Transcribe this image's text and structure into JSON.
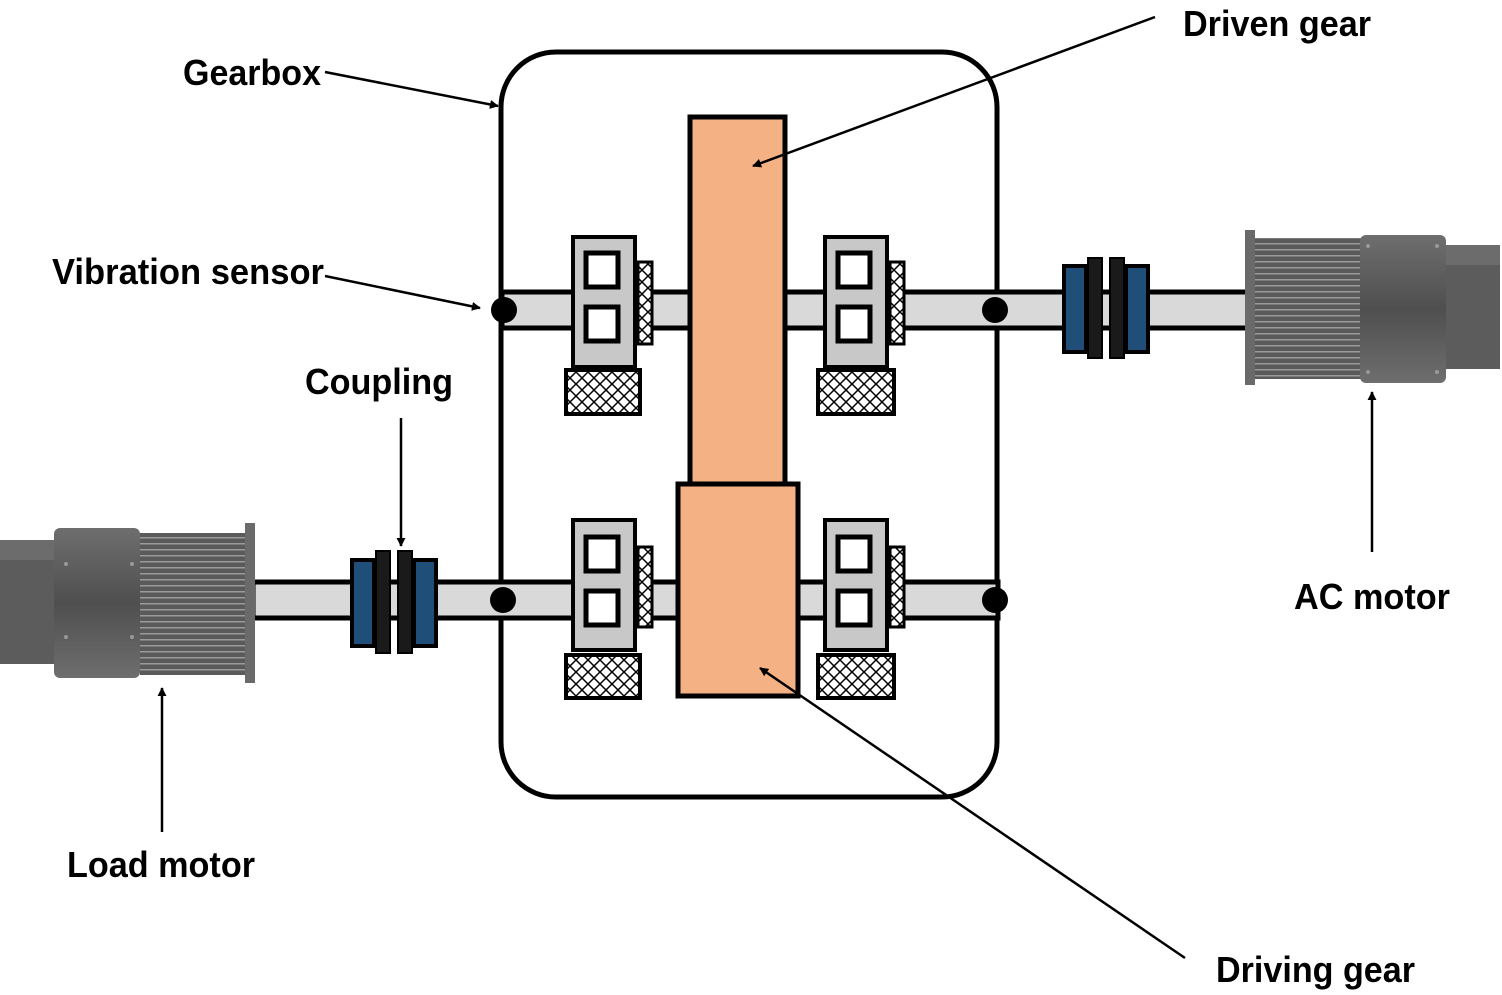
{
  "labels": {
    "gearbox": "Gearbox",
    "driven_gear": "Driven gear",
    "vibration_sensor": "Vibration sensor",
    "coupling": "Coupling",
    "ac_motor": "AC motor",
    "load_motor": "Load motor",
    "driving_gear": "Driving gear"
  },
  "colors": {
    "gear_fill": "#f4b183",
    "shaft_fill": "#d9d9d9",
    "coupling_blue": "#1f4e79",
    "motor_dark": "#595959",
    "motor_mid": "#7f7f7f",
    "bearing_gray": "#c8c8c8"
  }
}
